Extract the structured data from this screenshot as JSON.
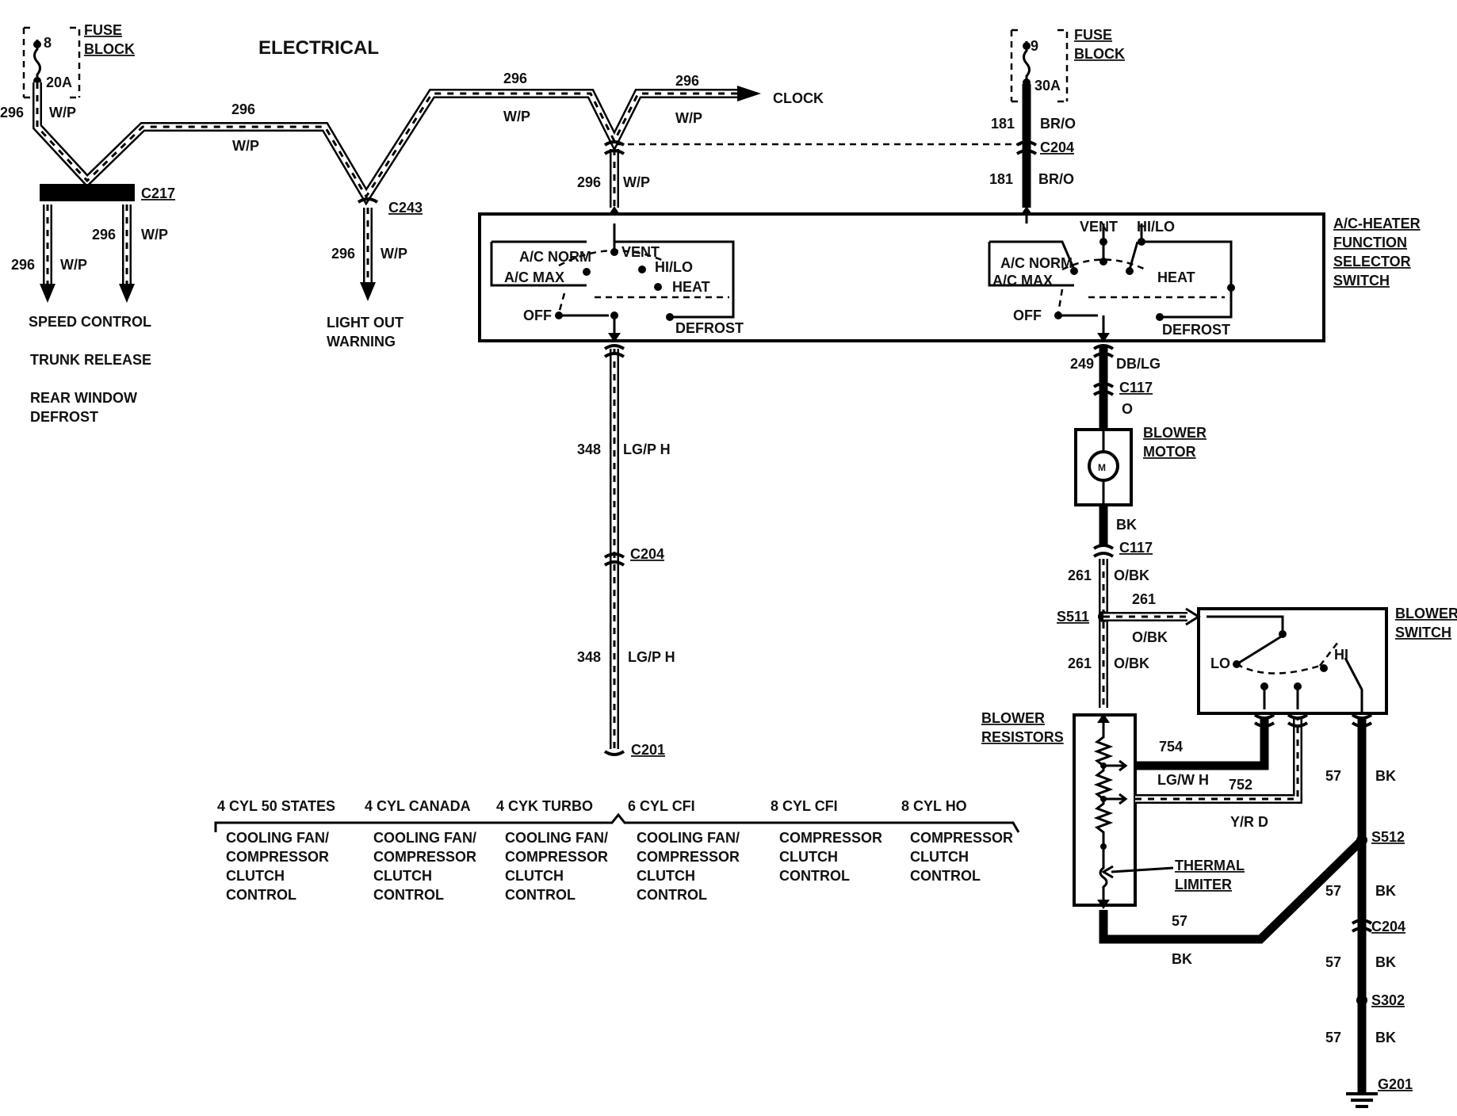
{
  "title": "ELECTRICAL",
  "fuse_left": {
    "number": "8",
    "rating": "20A",
    "label1": "FUSE",
    "label2": "BLOCK"
  },
  "fuse_right": {
    "number": "9",
    "rating": "30A",
    "label1": "FUSE",
    "label2": "BLOCK"
  },
  "wires": {
    "c296": "296",
    "wp": "W/P",
    "c181": "181",
    "bro": "BR/O",
    "c348": "348",
    "lgph": "LG/P H",
    "c249": "249",
    "dblg": "DB/LG",
    "o": "O",
    "bk": "BK",
    "c261": "261",
    "obk": "O/BK",
    "c754": "754",
    "lgwh": "LG/W H",
    "c752": "752",
    "yrd": "Y/R D",
    "c57": "57"
  },
  "connectors": {
    "c217": "C217",
    "c243": "C243",
    "c204": "C204",
    "c117": "C117",
    "c201": "C201",
    "s511": "S511",
    "s512": "S512",
    "s302": "S302",
    "g201": "G201"
  },
  "destinations": {
    "clock": "CLOCK",
    "speed_control": "SPEED CONTROL",
    "trunk_release": "TRUNK RELEASE",
    "rear_window": "REAR WINDOW",
    "defrost": "DEFROST",
    "light_out": "LIGHT OUT",
    "warning": "WARNING"
  },
  "selector_switch": {
    "title": [
      "A/C-HEATER",
      "FUNCTION",
      "SELECTOR",
      "SWITCH"
    ],
    "positions": {
      "ac_norm": "A/C NORM",
      "ac_max": "A/C MAX",
      "vent": "VENT",
      "hilo": "HI/LO",
      "heat": "HEAT",
      "off": "OFF",
      "defrost": "DEFROST"
    }
  },
  "blower_motor": {
    "label1": "BLOWER",
    "label2": "MOTOR",
    "symbol": "M"
  },
  "blower_switch": {
    "label1": "BLOWER",
    "label2": "SWITCH",
    "lo": "LO",
    "hi": "HI"
  },
  "blower_resistors": {
    "label1": "BLOWER",
    "label2": "RESISTORS",
    "thermal1": "THERMAL",
    "thermal2": "LIMITER"
  },
  "variants": [
    {
      "header": "4 CYL 50 STATES",
      "lines": [
        "COOLING FAN/",
        "COMPRESSOR",
        "CLUTCH",
        "CONTROL"
      ]
    },
    {
      "header": "4 CYL CANADA",
      "lines": [
        "COOLING FAN/",
        "COMPRESSOR",
        "CLUTCH",
        "CONTROL"
      ]
    },
    {
      "header": "4 CYK TURBO",
      "lines": [
        "COOLING FAN/",
        "COMPRESSOR",
        "CLUTCH",
        "CONTROL"
      ]
    },
    {
      "header": "6 CYL CFI",
      "lines": [
        "COOLING FAN/",
        "COMPRESSOR",
        "CLUTCH",
        "CONTROL"
      ]
    },
    {
      "header": "8 CYL CFI",
      "lines": [
        "COMPRESSOR",
        "CLUTCH",
        "CONTROL"
      ]
    },
    {
      "header": "8 CYL HO",
      "lines": [
        "COMPRESSOR",
        "CLUTCH",
        "CONTROL"
      ]
    }
  ]
}
